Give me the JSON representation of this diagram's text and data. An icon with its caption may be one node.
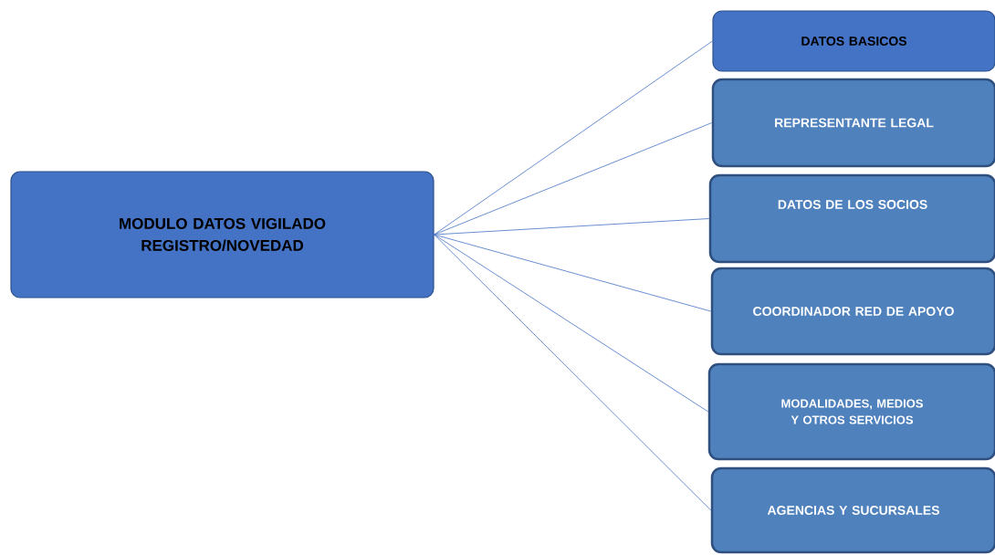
{
  "diagram": {
    "nodes": [
      {
        "text": [
          "MODULO DATOS VIGILADO REGISTRO/NOVEDAD"
        ]
      },
      {
        "text": [
          "DATOS BASICOS"
        ]
      },
      {
        "text": [
          "REPRESENTANTE LEGAL"
        ]
      },
      {
        "text": [
          "DATOS DE LOS SOCIOS"
        ]
      },
      {
        "text": [
          "COORDINADOR RED DE APOYO"
        ]
      },
      {
        "text": [
          "MODALIDADES, MEDIOS Y OTROS SERVICIOS"
        ]
      },
      {
        "text": [
          "AGENCIAS Y SUCURSALES"
        ]
      }
    ],
    "edges": [
      {
        "from": 0,
        "to": 1,
        "arrow": "none"
      },
      {
        "from": 0,
        "to": 2,
        "arrow": "none"
      },
      {
        "from": 0,
        "to": 3,
        "arrow": "none"
      },
      {
        "from": 0,
        "to": 4,
        "arrow": "none"
      },
      {
        "from": 0,
        "to": 5,
        "arrow": "none"
      },
      {
        "from": 0,
        "to": 6,
        "arrow": "none"
      }
    ]
  }
}
